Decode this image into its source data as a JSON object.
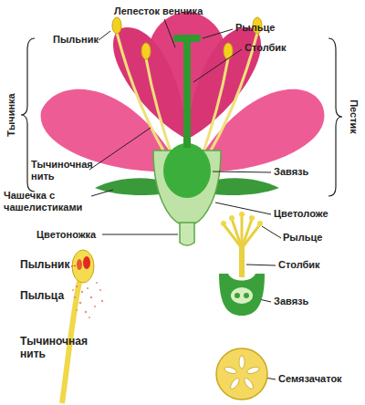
{
  "diagram": {
    "labels": [
      "Лепесток венчика",
      "Пыльник",
      "Рыльце",
      "Столбик",
      "Тычинка",
      "Пестик",
      "Тычиночная нить",
      "Завязь",
      "Чашечка с чашелистиками",
      "Цветоложе",
      "Цветоножка",
      "Пыльник",
      "Пыльца",
      "Тычиночная нить",
      "Рыльце",
      "Столбик",
      "Завязь",
      "Семязачаток"
    ]
  }
}
